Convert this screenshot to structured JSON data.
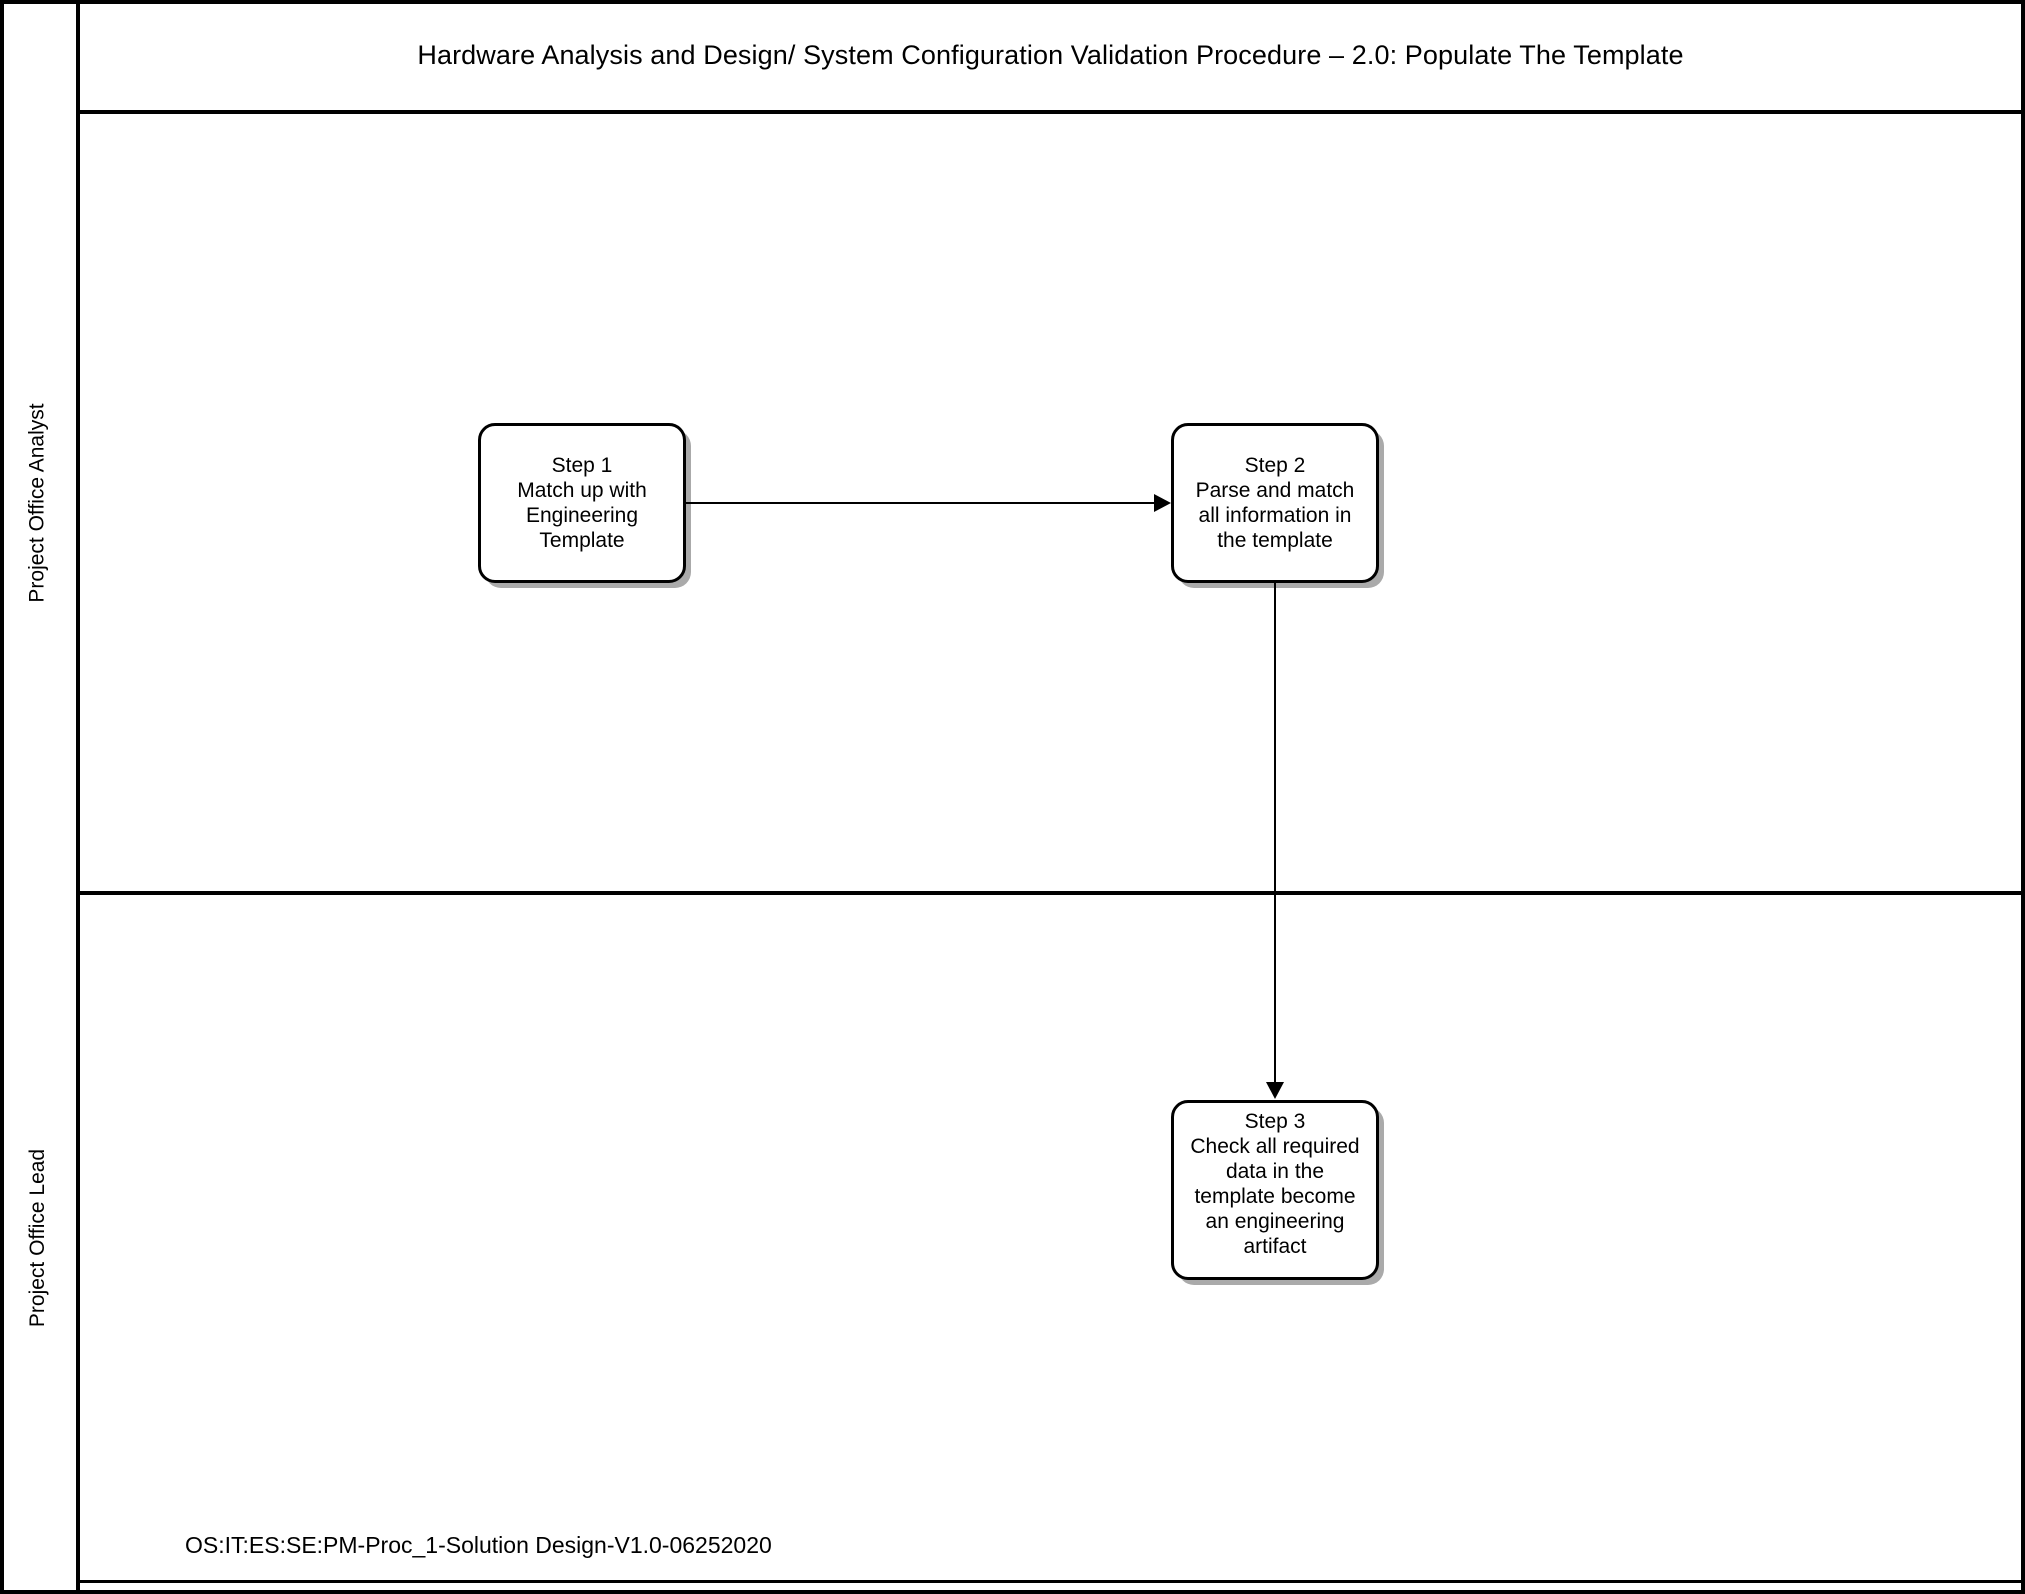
{
  "document": {
    "title": "Hardware Analysis and Design/ System Configuration Validation  Procedure – 2.0: Populate The Template",
    "footer": "OS:IT:ES:SE:PM-Proc_1-Solution Design-V1.0-06252020",
    "background_color": "#ffffff",
    "line_color": "#000000",
    "shadow_color": "#aaaaaa"
  },
  "lanes": [
    {
      "id": "analyst",
      "label": "Project Office Analyst"
    },
    {
      "id": "lead",
      "label": "Project Office Lead"
    }
  ],
  "nodes": [
    {
      "id": "step1",
      "lane": "analyst",
      "title": "Step 1",
      "body": "Match up with\nEngineering\nTemplate",
      "text": "Step 1\nMatch up with\nEngineering\nTemplate"
    },
    {
      "id": "step2",
      "lane": "analyst",
      "title": "Step 2",
      "body": "Parse and match\nall information in\nthe template",
      "text": "Step 2\nParse and match\nall information in\nthe template"
    },
    {
      "id": "step3",
      "lane": "lead",
      "title": "Step 3",
      "body": "Check all required\ndata in the\ntemplate become\nan engineering\nartifact",
      "text": "Step 3\nCheck all required\ndata in the\ntemplate become\nan engineering\nartifact"
    }
  ],
  "connectors": [
    {
      "id": "step1-to-step2",
      "from": "step1",
      "to": "step2",
      "direction": "right",
      "label": ""
    },
    {
      "id": "step2-to-step3",
      "from": "step2",
      "to": "step3",
      "direction": "down",
      "label": ""
    }
  ]
}
